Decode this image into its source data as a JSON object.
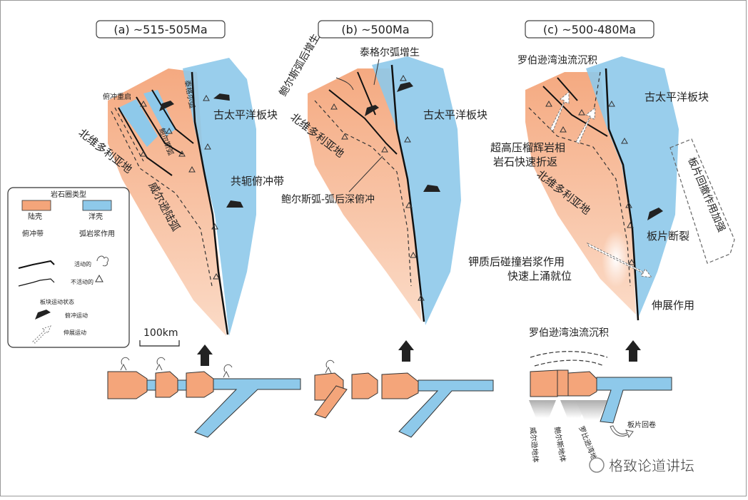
{
  "panels": [
    {
      "title": "(a) ~515-505Ma",
      "labels": {
        "thrust_recovery": "俯冲重启",
        "north_victoria": "北维多利亚地",
        "bowers_arc": "鲍尔斯弧",
        "ross_arc": "泰格尔弧",
        "pacific_plate": "古太平洋板块",
        "subduction_belt": "共轭俯冲带",
        "wilson_arc": "威尔逊陆弧"
      }
    },
    {
      "title": "(b) ~500Ma",
      "labels": {
        "bowers_backarc": "鲍尔斯弧后增生",
        "tiger_accretion": "泰格尔弧增生",
        "north_victoria": "北维多利亚地",
        "pacific_plate": "古太平洋板块",
        "deep_subduction": "鲍尔斯弧-弧后深俯冲"
      }
    },
    {
      "title": "(c) ~500-480Ma",
      "labels": {
        "robertson_turbidite": "罗伯逊湾浊流沉积",
        "pacific_plate": "古太平洋板块",
        "uhp_line1": "超高压榴辉岩相",
        "uhp_line2": "岩石快速折返",
        "north_victoria": "北维多利亚地",
        "slab_rollback_box": "板片回撤作用加强",
        "slab_break": "板片断裂",
        "k_magma_line1": "钾质后碰撞岩浆作用",
        "k_magma_line2": "快速上涌就位",
        "extension": "伸展作用",
        "robertson_bottom": "罗伯逊湾浊流沉积",
        "slab_rollback": "板片回卷",
        "wilson_terrane": "威尔逊地体",
        "bowers_terrane": "鲍尔斯地体",
        "robertson_terrane": "罗比逊湾地体"
      }
    }
  ],
  "legend": {
    "title": "岩石圈类型",
    "continental": "陆壳",
    "oceanic": "洋壳",
    "thrust_belt": "俯冲带",
    "arc_magma": "弧岩浆作用",
    "active": "活动的",
    "inactive": "不活动的",
    "motion_title": "板块运动状态",
    "subduction_motion": "俯冲运动",
    "extension_motion": "伸展运动"
  },
  "scale": "100km",
  "watermark": "格致论道讲坛",
  "colors": {
    "continental": "#f4a57a",
    "oceanic": "#8ec9ea"
  }
}
